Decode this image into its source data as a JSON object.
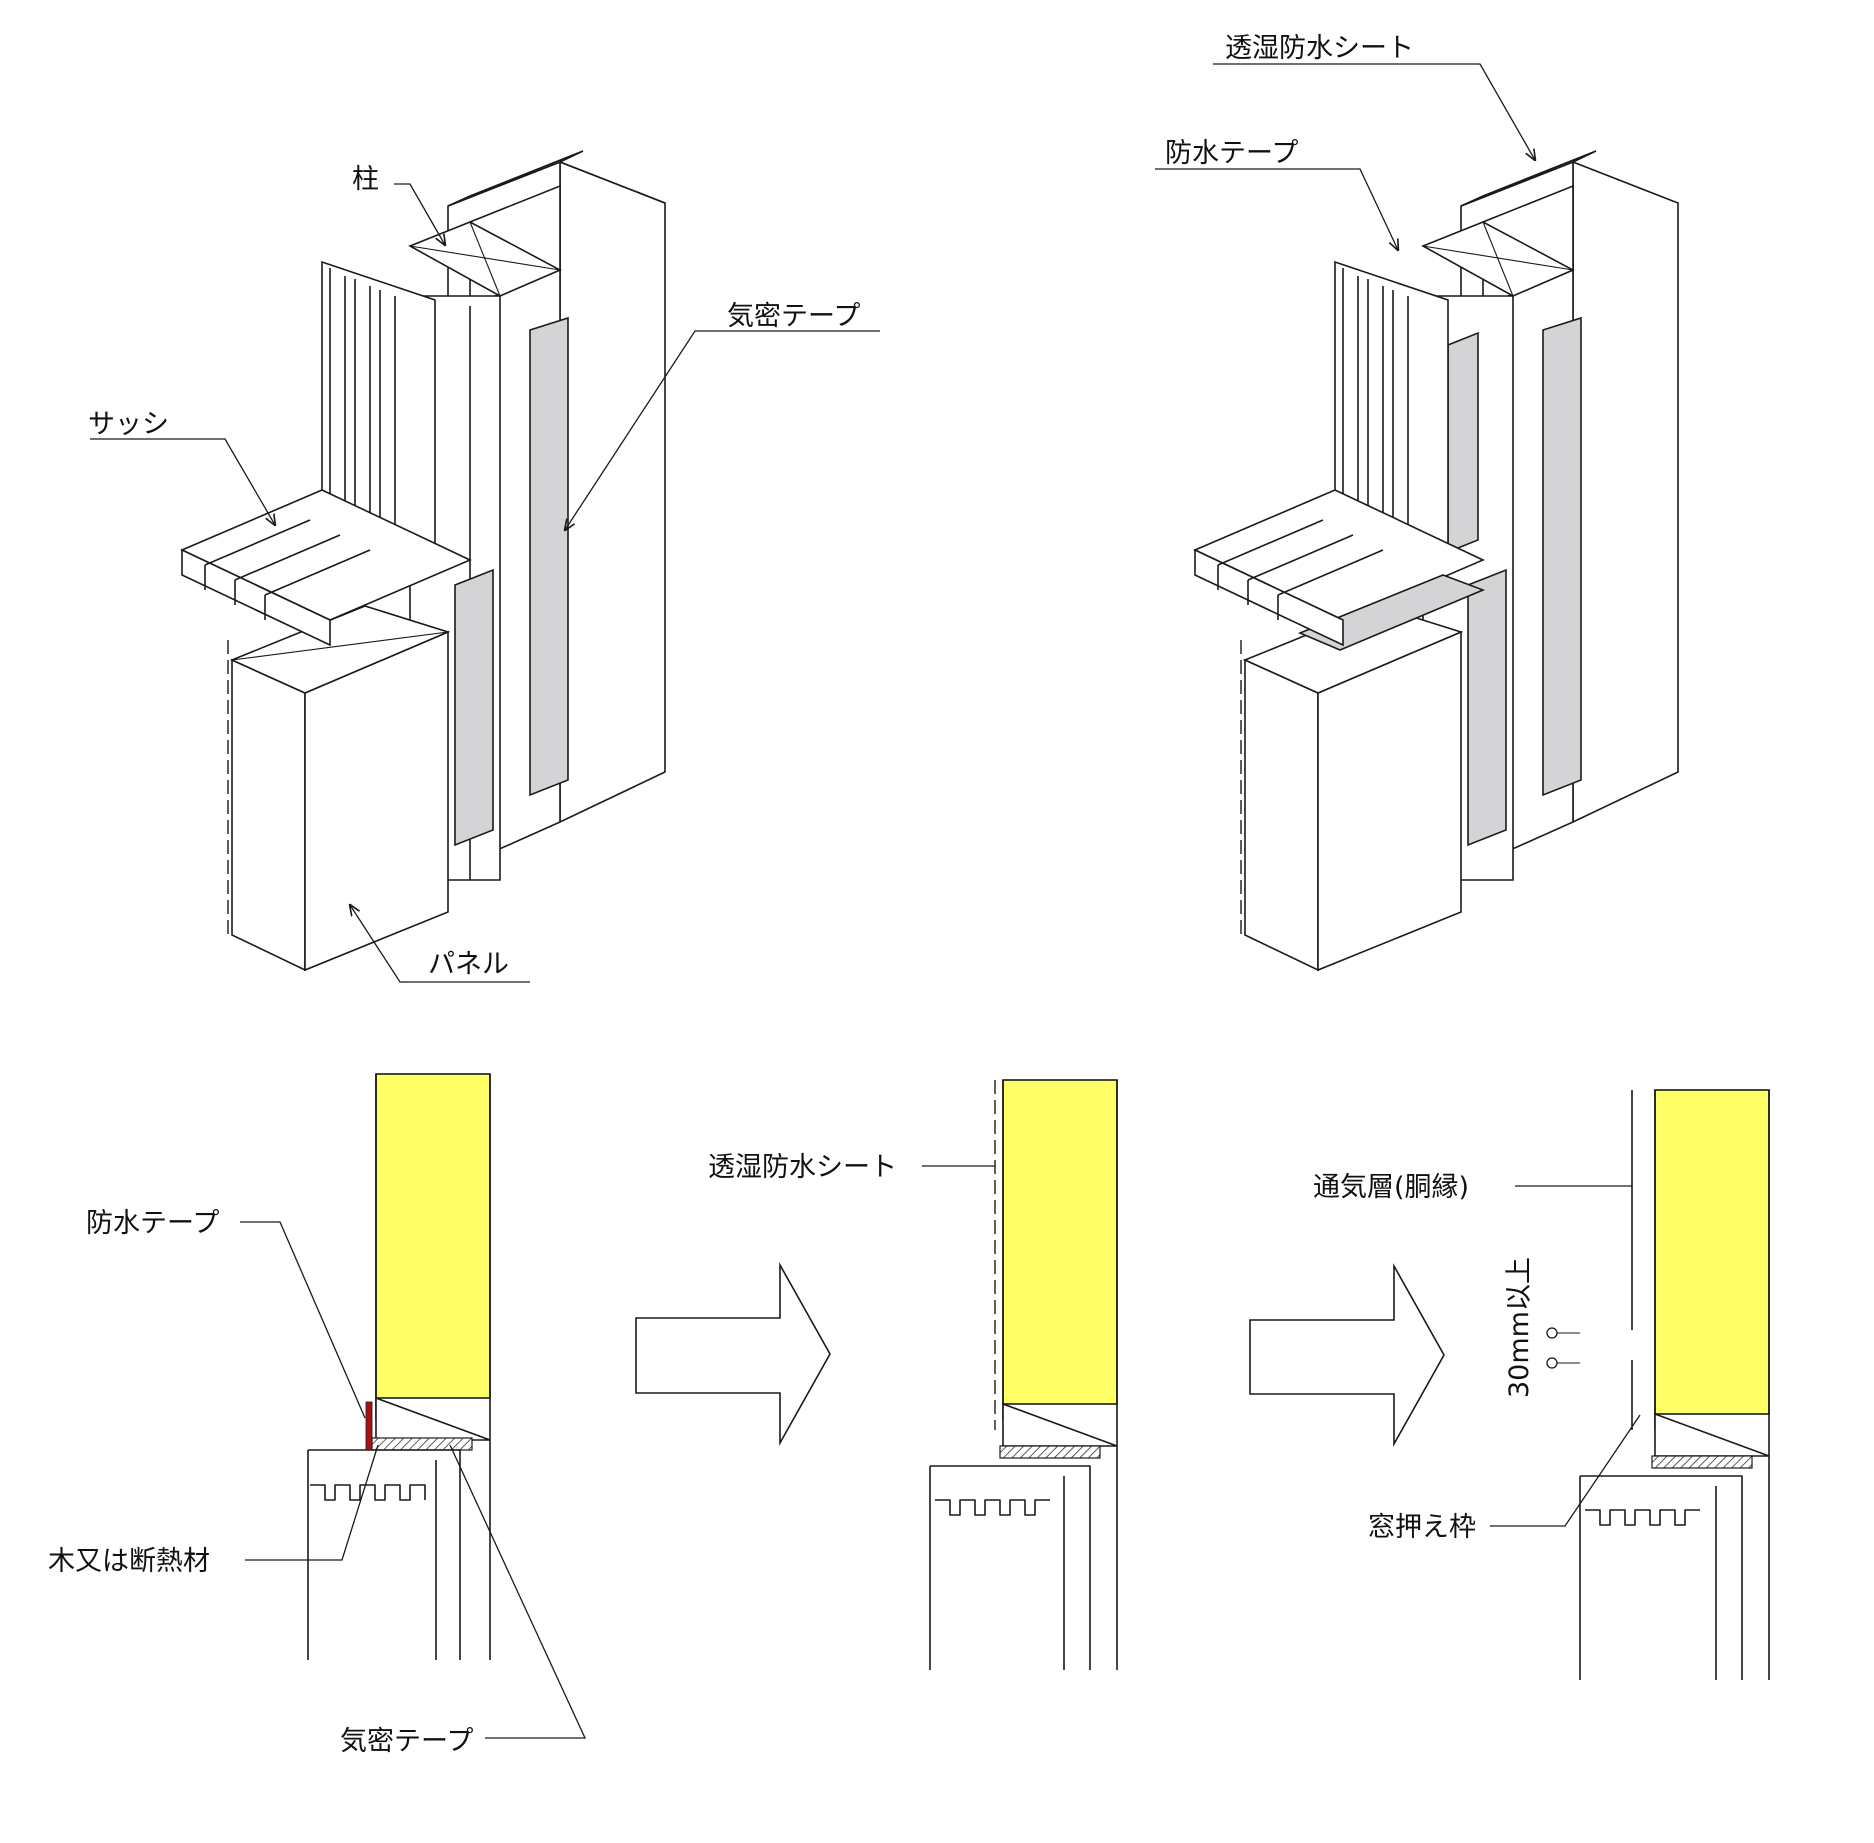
{
  "labels": {
    "iso_left": {
      "pillar": "柱",
      "airtight_tape": "気密テープ",
      "sash": "サッシ",
      "panel": "パネル"
    },
    "iso_right": {
      "breathable_sheet": "透湿防水シート",
      "waterproof_tape": "防水テープ"
    },
    "section_1": {
      "waterproof_tape": "防水テープ",
      "wood_or_insulation": "木又は断熱材",
      "airtight_tape": "気密テープ"
    },
    "section_2": {
      "breathable_sheet": "透湿防水シート"
    },
    "section_3": {
      "ventilation_layer": "通気層(胴縁)",
      "gap_dimension": "30mm以上",
      "window_frame": "窓押え枠"
    }
  },
  "colors": {
    "insulation": "#ffff66",
    "tape": "#d4d4d6",
    "line": "#1a1a1a"
  }
}
